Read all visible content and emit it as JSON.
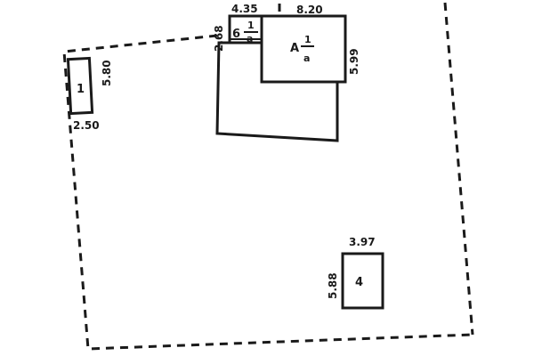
{
  "colors": {
    "ink": "#1a1a1a",
    "paper": "#ffffff"
  },
  "plot": {
    "boundary_style": "dashed"
  },
  "buildings": {
    "main": {
      "block_a": {
        "letter": "А",
        "fraction_numerator": "1",
        "fraction_denominator": "а",
        "width_label": "8.20",
        "height_label": "5.99"
      },
      "block_b": {
        "number": "6",
        "fraction_numerator": "1",
        "fraction_denominator": "а",
        "width_label": "4.35",
        "height_label": "2.68"
      }
    },
    "shed_1": {
      "number": "1",
      "width_label": "2.50",
      "height_label": "5.80"
    },
    "shed_4": {
      "number": "4",
      "width_label": "3.97",
      "height_label": "5.88"
    }
  }
}
